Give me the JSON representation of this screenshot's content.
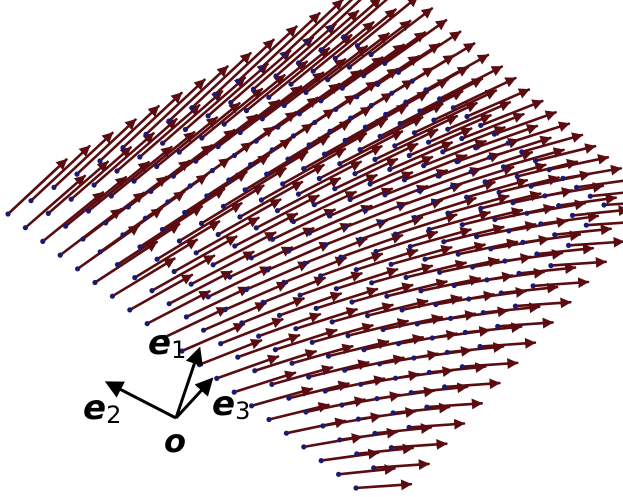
{
  "figure": {
    "arrow_color": "#5a0c10",
    "point_color": "#1a1a6e",
    "background": "#ffffff"
  },
  "frame": {
    "origin_label": "o",
    "axes": [
      {
        "id": "e1",
        "base": "e",
        "sub": "1"
      },
      {
        "id": "e2",
        "base": "e",
        "sub": "2"
      },
      {
        "id": "e3",
        "base": "e",
        "sub": "3"
      }
    ]
  }
}
